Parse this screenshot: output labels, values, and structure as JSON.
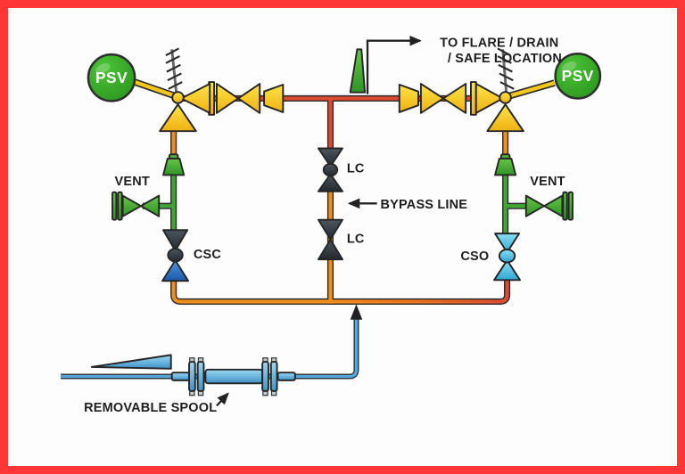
{
  "labels": {
    "psv": "PSV",
    "to_flare_1": "TO FLARE / DRAIN",
    "to_flare_2": "/ SAFE LOCATION",
    "vent": "VENT",
    "csc": "CSC",
    "cso": "CSO",
    "lc": "LC",
    "bypass": "BYPASS LINE",
    "removable_spool": "REMOVABLE SPOOL"
  },
  "colors": {
    "frame_border": "#ff3636",
    "pipe_red": "#dc4a31",
    "pipe_orange": "#f08e1c",
    "pipe_green": "#3fa634",
    "pipe_blue": "#54a8dc",
    "valve_yellow": "#ffd622",
    "valve_dark": "#3a4147",
    "valve_blue": "#2670c8",
    "valve_cyan": "#55c6e9",
    "psv_green": "#35a228",
    "annotation_black": "#222222",
    "background": "#fdfdfd"
  }
}
